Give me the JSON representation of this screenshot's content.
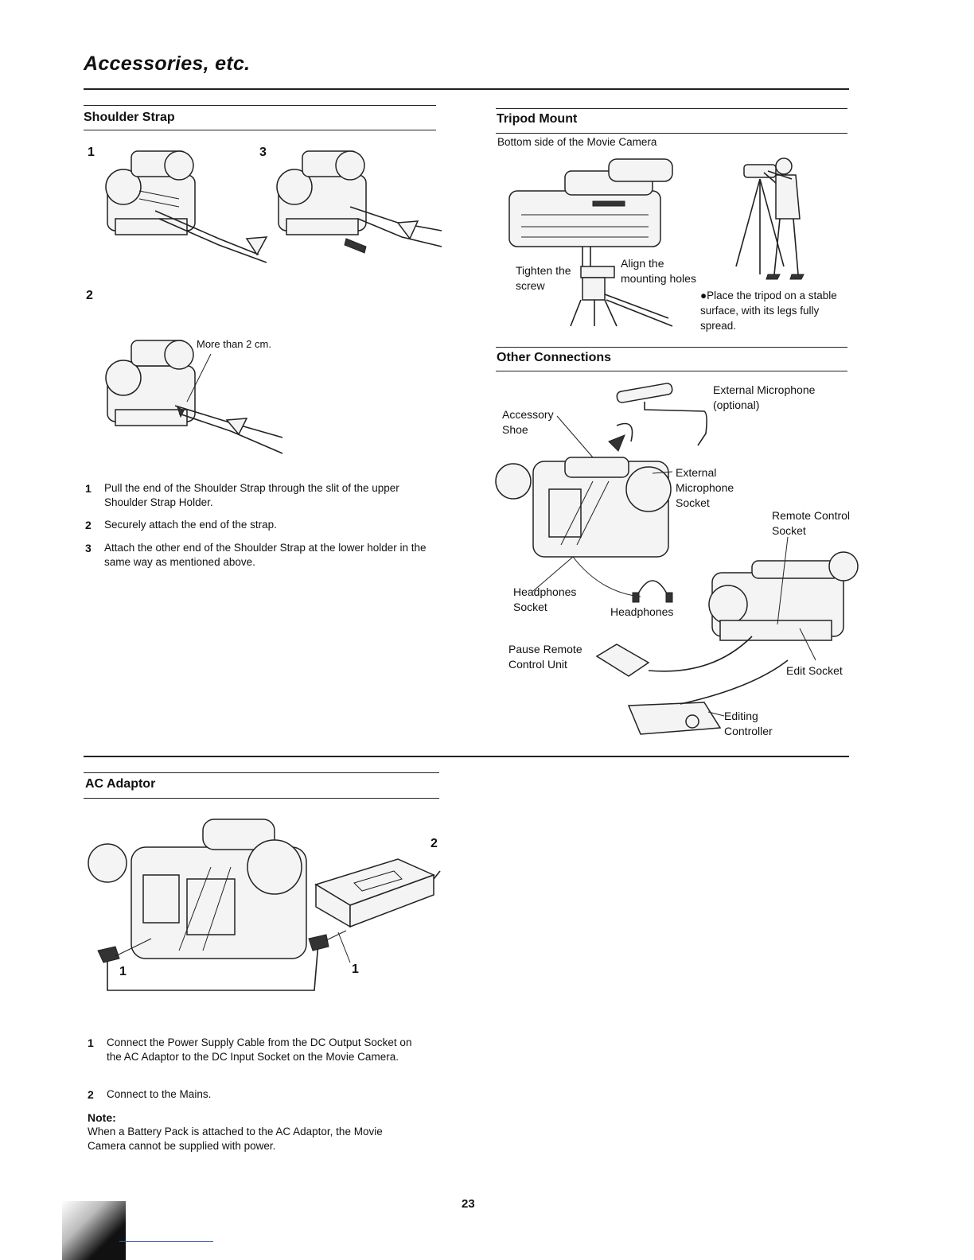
{
  "page": {
    "title": "Accessories, etc.",
    "page_number": "23"
  },
  "shoulder_strap": {
    "title": "Shoulder Strap",
    "figure_numbers": [
      "1",
      "2",
      "3"
    ],
    "more_than_label": "More than 2 cm.",
    "steps": [
      {
        "num": "1",
        "text": "Pull the end of the Shoulder Strap through the slit of the upper Shoulder Strap Holder."
      },
      {
        "num": "2",
        "text": "Securely attach the end of the strap."
      },
      {
        "num": "3",
        "text": "Attach the other end of the Shoulder Strap at the lower holder in the same way as mentioned above."
      }
    ]
  },
  "tripod_mount": {
    "title": "Tripod Mount",
    "subtitle": "Bottom side of the Movie Camera",
    "tighten_label": "Tighten the screw",
    "align_label": "Align the mounting holes",
    "place_note": "●Place the tripod on a stable surface, with its legs fully spread."
  },
  "other_connections": {
    "title": "Other Connections",
    "labels": {
      "external_microphone": "External Microphone (optional)",
      "accessory_shoe": "Accessory Shoe",
      "external_microphone_socket": "External Microphone Socket",
      "remote_control_socket": "Remote Control Socket",
      "headphones_socket": "Headphones Socket",
      "headphones": "Headphones",
      "pause_remote": "Pause Remote Control Unit",
      "edit_socket": "Edit Socket",
      "editing_controller": "Editing Controller"
    }
  },
  "ac_adaptor": {
    "title": "AC Adaptor",
    "figure_numbers": [
      "1",
      "1",
      "2"
    ],
    "steps": [
      {
        "num": "1",
        "text": "Connect the Power Supply Cable from the DC Output Socket on the AC Adaptor to the DC Input Socket on the Movie Camera."
      },
      {
        "num": "2",
        "text": "Connect to the Mains."
      }
    ],
    "note_label": "Note:",
    "note_text": "When a Battery Pack is attached to the AC Adaptor, the Movie Camera cannot be supplied with power."
  }
}
